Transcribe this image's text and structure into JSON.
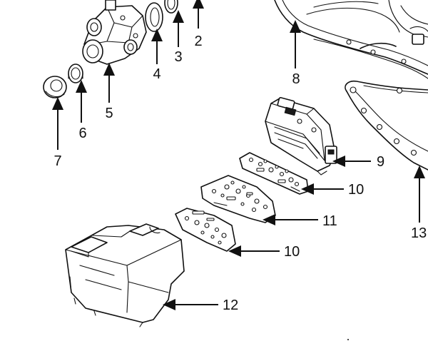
{
  "callouts": {
    "c2": "2",
    "c3": "3",
    "c4": "4",
    "c5": "5",
    "c6": "6",
    "c7": "7",
    "c8": "8",
    "c9": "9",
    "c10a": "10",
    "c10b": "10",
    "c11": "11",
    "c12": "12",
    "c13": "13"
  }
}
